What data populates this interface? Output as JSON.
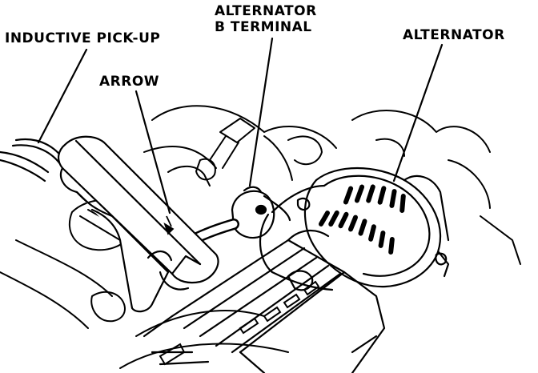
{
  "labels": {
    "inductive_pickup": "INDUCTIVE PICK-UP",
    "arrow": "ARROW",
    "alternator_b_terminal_line1": "ALTERNATOR",
    "alternator_b_terminal_line2": "B TERMINAL",
    "alternator": "ALTERNATOR"
  },
  "colors": {
    "ink": "#000000",
    "paper": "#ffffff"
  },
  "icons": {
    "direction_arrow": "arrow-down-glyph"
  }
}
